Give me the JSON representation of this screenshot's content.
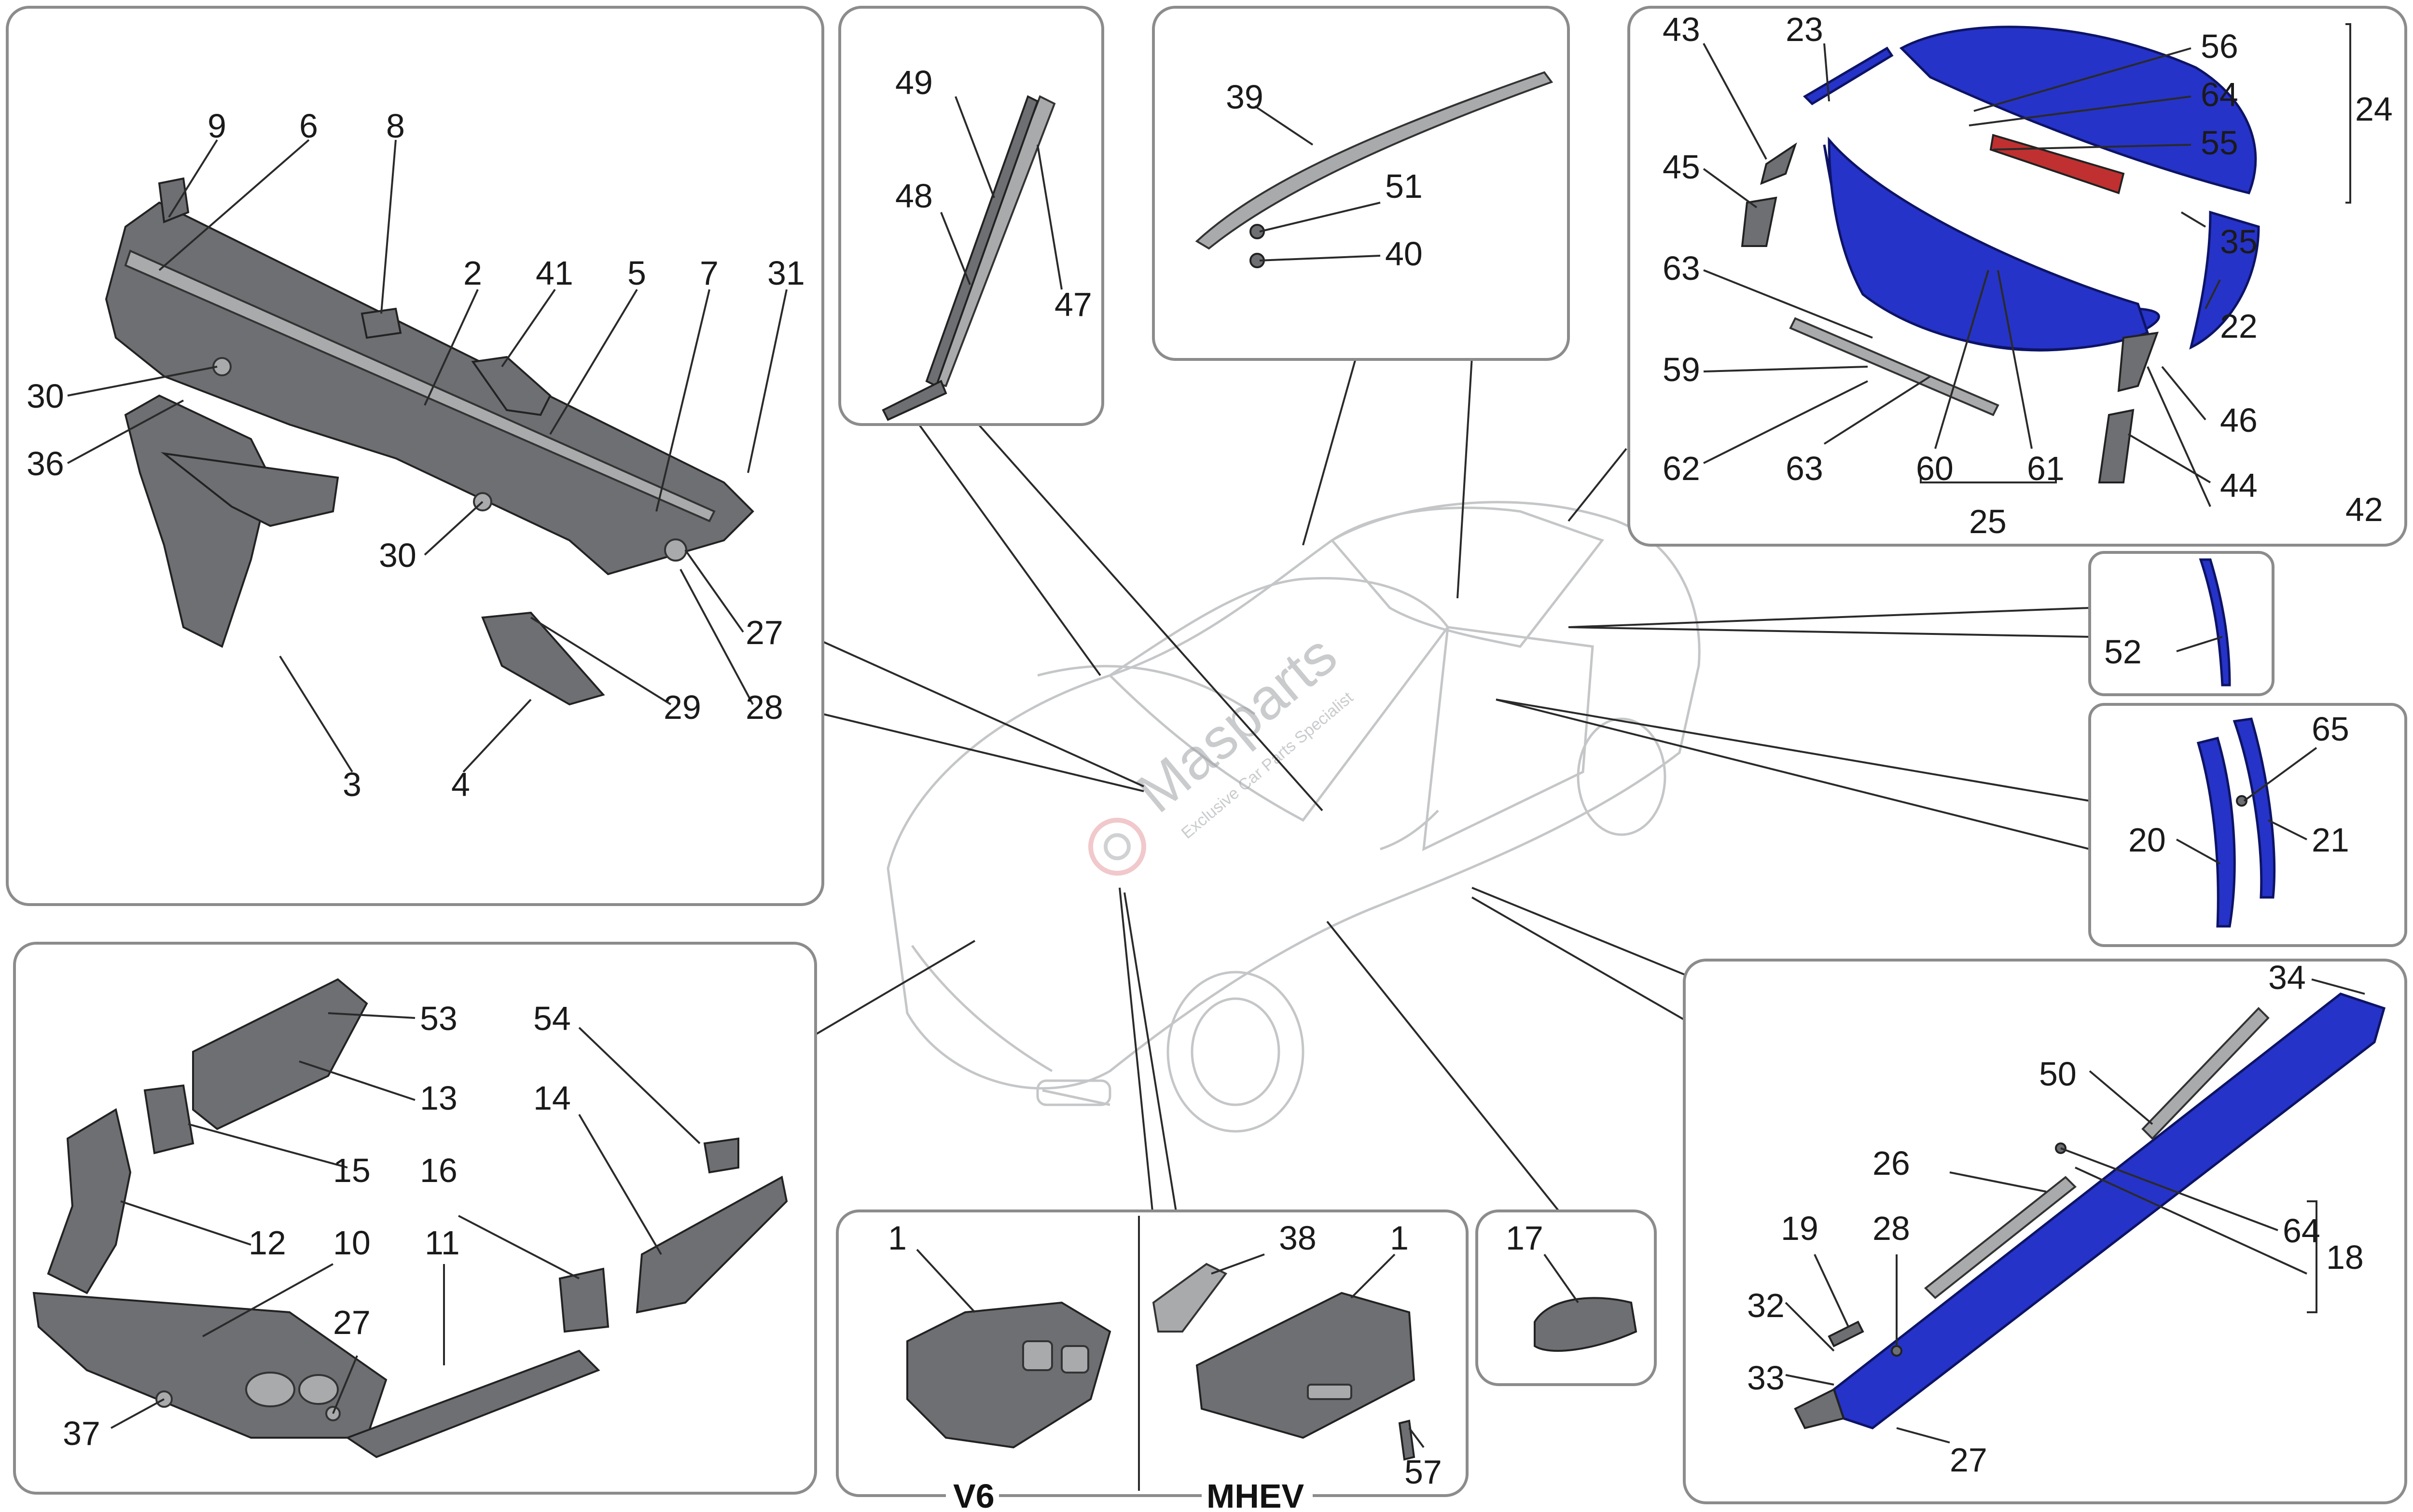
{
  "watermark": {
    "brand": "Masparts",
    "tagline": "Exclusive Car Parts Specialist"
  },
  "section_labels": {
    "v6": "V6",
    "mhev": "MHEV"
  },
  "colors": {
    "highlight_blue": "#2633c8",
    "part_grey": "#6d6f72",
    "frame_grey": "#8c8c8c"
  },
  "callouts": {
    "cowl": [
      "9",
      "6",
      "8",
      "2",
      "41",
      "5",
      "7",
      "31",
      "30",
      "36",
      "30",
      "27",
      "28",
      "29",
      "3",
      "4"
    ],
    "a_pillar_trim": [
      "49",
      "48",
      "47"
    ],
    "roof_molding": [
      "39",
      "51",
      "40"
    ],
    "rear_spoiler": [
      "43",
      "23",
      "56",
      "64",
      "24",
      "55",
      "45",
      "35",
      "63",
      "22",
      "46",
      "59",
      "62",
      "63",
      "60",
      "61",
      "44",
      "42",
      "25"
    ],
    "door_trim": [
      "52"
    ],
    "pillar_covers": [
      "65",
      "20",
      "21"
    ],
    "underhood": [
      "53",
      "54",
      "13",
      "14",
      "15",
      "16",
      "12",
      "10",
      "11",
      "27",
      "37"
    ],
    "engine_cover": [
      "1",
      "38",
      "1",
      "57"
    ],
    "handle": [
      "17"
    ],
    "side_skirt": [
      "34",
      "50",
      "64",
      "26",
      "19",
      "28",
      "18",
      "32",
      "33",
      "27"
    ]
  }
}
